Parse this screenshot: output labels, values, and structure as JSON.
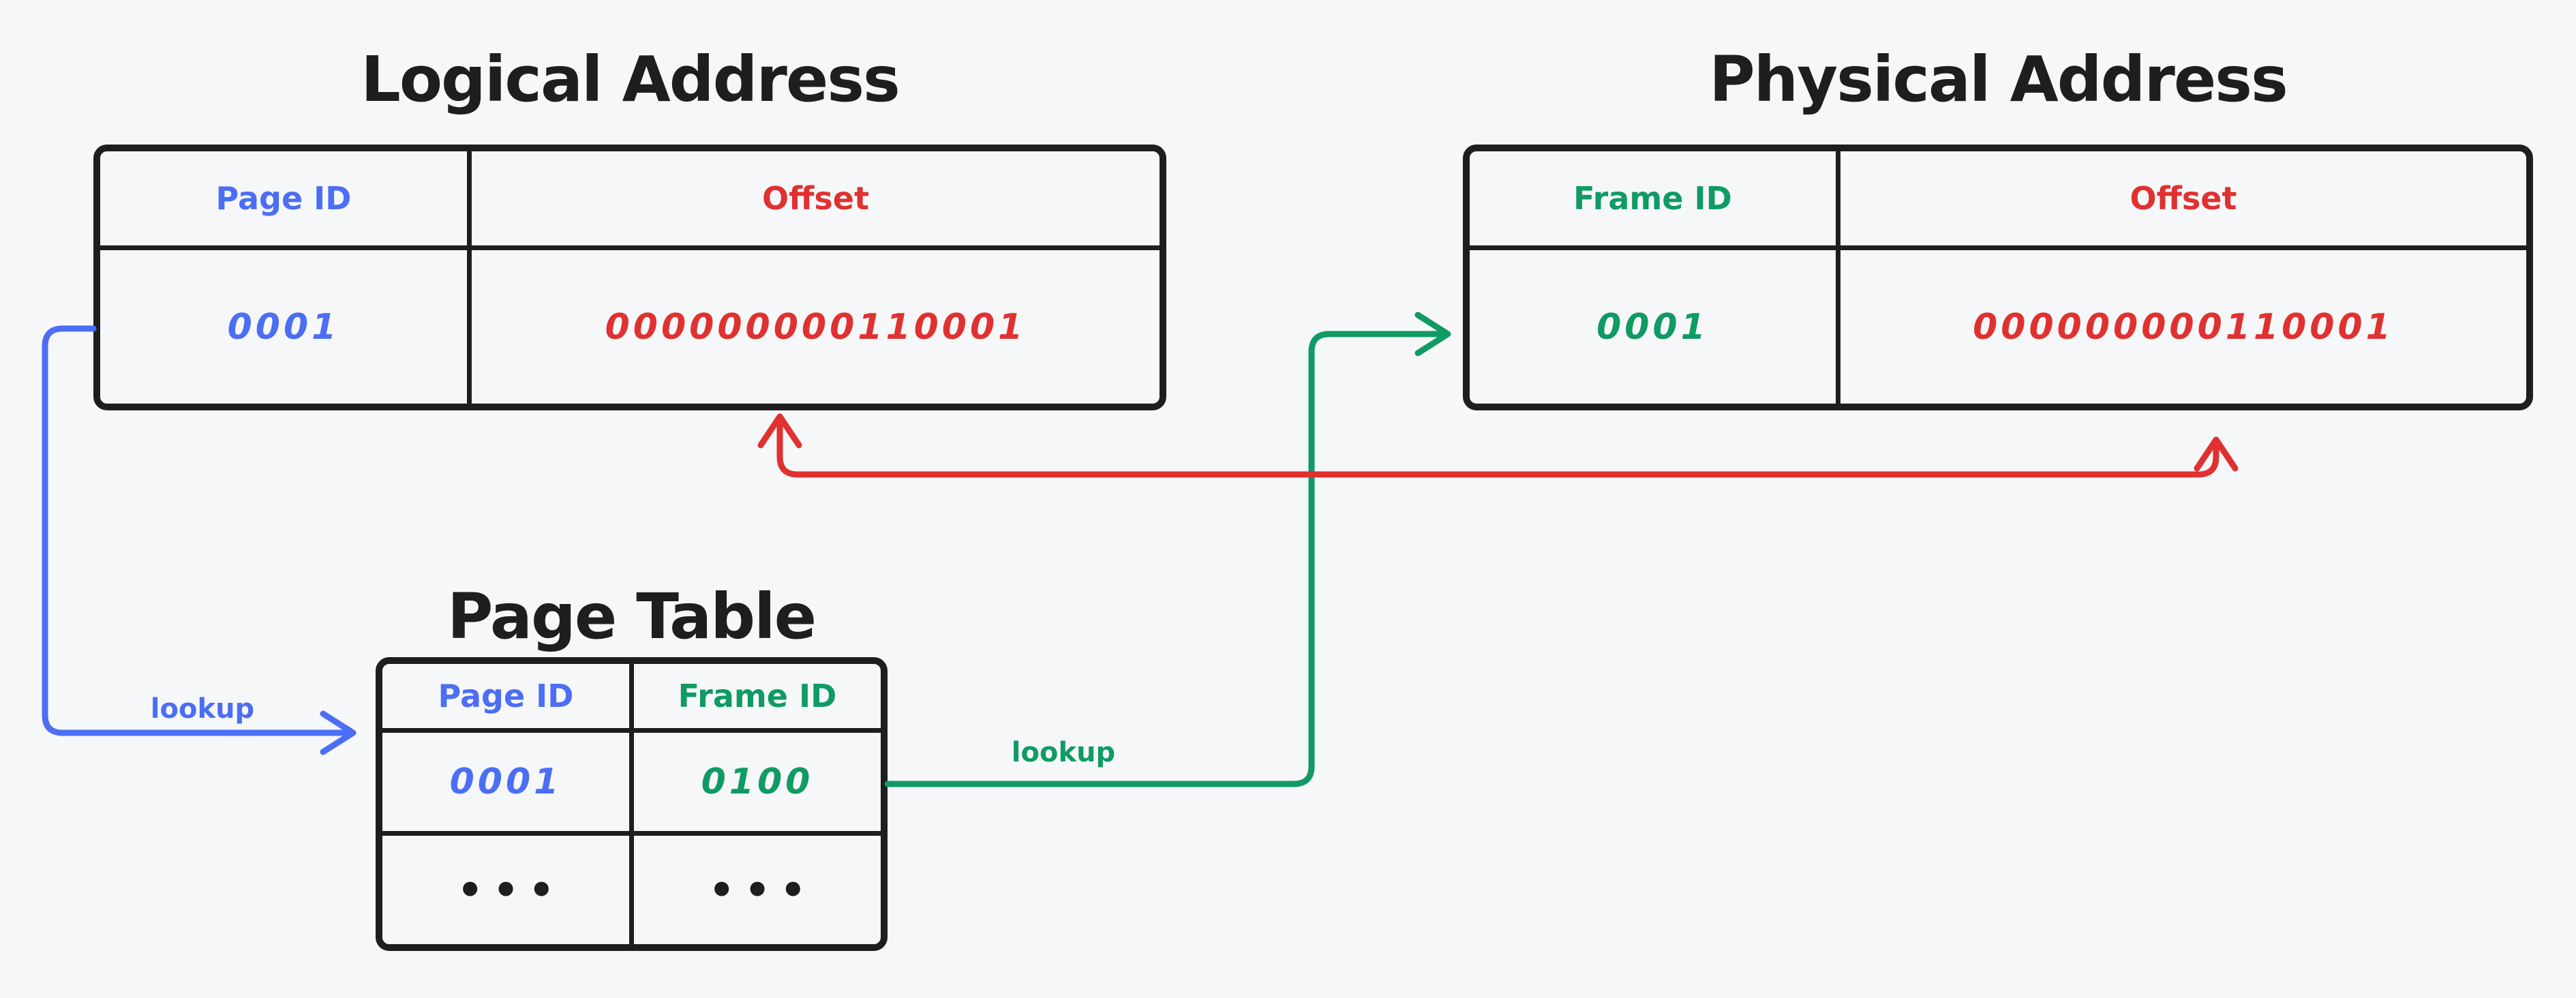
{
  "colors": {
    "blue": "#4c6ef5",
    "green": "#0f9b63",
    "red": "#e03131",
    "ink": "#1e1e1e",
    "background": "#f6f7f9"
  },
  "logical_address": {
    "title": "Logical Address",
    "headers": {
      "page_id": "Page ID",
      "offset": "Offset"
    },
    "values": {
      "page_id": "0001",
      "offset": "000000000110001"
    }
  },
  "physical_address": {
    "title": "Physical Address",
    "headers": {
      "frame_id": "Frame ID",
      "offset": "Offset"
    },
    "values": {
      "frame_id": "0001",
      "offset": "000000000110001"
    }
  },
  "page_table": {
    "title": "Page Table",
    "headers": {
      "page_id": "Page ID",
      "frame_id": "Frame ID"
    },
    "rows": [
      {
        "page_id": "0001",
        "frame_id": "0100"
      },
      {
        "page_id": "•••",
        "frame_id": "•••"
      }
    ]
  },
  "arrows": {
    "page_lookup_label": "lookup",
    "frame_lookup_label": "lookup"
  }
}
